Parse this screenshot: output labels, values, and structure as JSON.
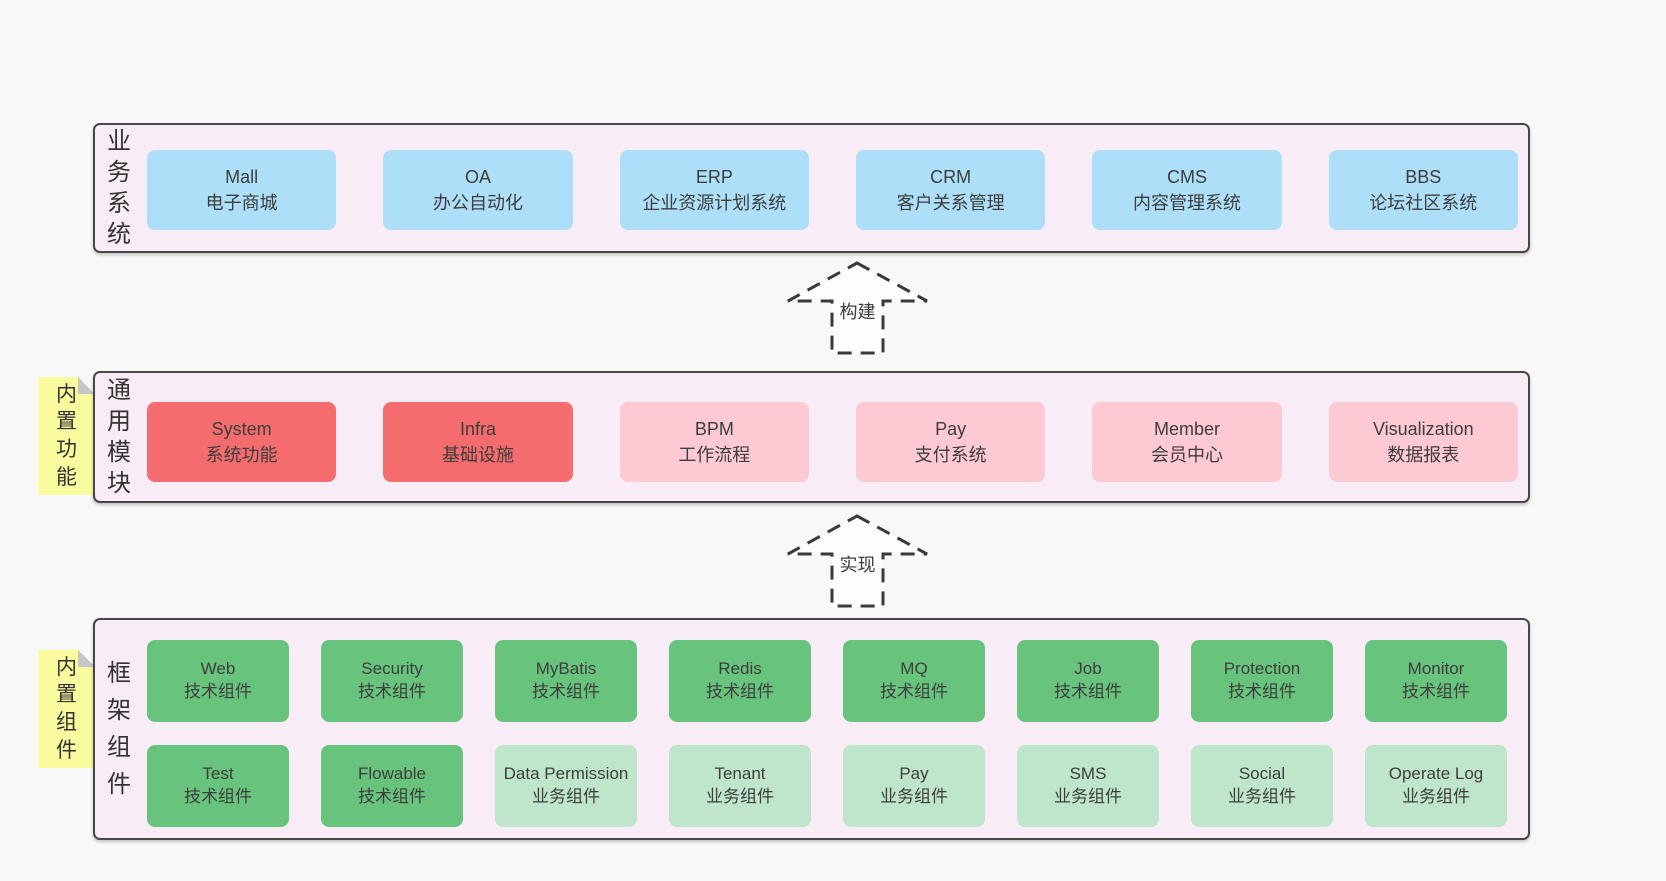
{
  "colors": {
    "page_bg": "#f8f8f8",
    "band_bg": "#f8edf6",
    "band_border": "#474747",
    "blue": "#aedff8",
    "red": "#f56c6e",
    "pink": "#fdc9d3",
    "green": "#68c47d",
    "light_green": "#bfe6ca",
    "sticky_yellow": "#fafa9e",
    "fold_gray": "#c6c6c6",
    "text": "#3d3d3d"
  },
  "bands": [
    {
      "side_label": "业务系统",
      "rows": [
        [
          {
            "name": "Mall",
            "desc": "电子商城",
            "color": "blue"
          },
          {
            "name": "OA",
            "desc": "办公自动化",
            "color": "blue"
          },
          {
            "name": "ERP",
            "desc": "企业资源计划系统",
            "color": "blue"
          },
          {
            "name": "CRM",
            "desc": "客户关系管理",
            "color": "blue"
          },
          {
            "name": "CMS",
            "desc": "内容管理系统",
            "color": "blue"
          },
          {
            "name": "BBS",
            "desc": "论坛社区系统",
            "color": "blue"
          }
        ]
      ]
    },
    {
      "side_label": "通用模块",
      "sticky": "内置功能",
      "rows": [
        [
          {
            "name": "System",
            "desc": "系统功能",
            "color": "red"
          },
          {
            "name": "Infra",
            "desc": "基础设施",
            "color": "red"
          },
          {
            "name": "BPM",
            "desc": "工作流程",
            "color": "pink"
          },
          {
            "name": "Pay",
            "desc": "支付系统",
            "color": "pink"
          },
          {
            "name": "Member",
            "desc": "会员中心",
            "color": "pink"
          },
          {
            "name": "Visualization",
            "desc": "数据报表",
            "color": "pink"
          }
        ]
      ]
    },
    {
      "side_label": "框架组件",
      "sticky": "内置组件",
      "rows": [
        [
          {
            "name": "Web",
            "desc": "技术组件",
            "color": "green"
          },
          {
            "name": "Security",
            "desc": "技术组件",
            "color": "green"
          },
          {
            "name": "MyBatis",
            "desc": "技术组件",
            "color": "green"
          },
          {
            "name": "Redis",
            "desc": "技术组件",
            "color": "green"
          },
          {
            "name": "MQ",
            "desc": "技术组件",
            "color": "green"
          },
          {
            "name": "Job",
            "desc": "技术组件",
            "color": "green"
          },
          {
            "name": "Protection",
            "desc": "技术组件",
            "color": "green"
          },
          {
            "name": "Monitor",
            "desc": "技术组件",
            "color": "green"
          }
        ],
        [
          {
            "name": "Test",
            "desc": "技术组件",
            "color": "green"
          },
          {
            "name": "Flowable",
            "desc": "技术组件",
            "color": "green"
          },
          {
            "name": "Data Permission",
            "desc": "业务组件",
            "color": "light_green"
          },
          {
            "name": "Tenant",
            "desc": "业务组件",
            "color": "light_green"
          },
          {
            "name": "Pay",
            "desc": "业务组件",
            "color": "light_green"
          },
          {
            "name": "SMS",
            "desc": "业务组件",
            "color": "light_green"
          },
          {
            "name": "Social",
            "desc": "业务组件",
            "color": "light_green"
          },
          {
            "name": "Operate Log",
            "desc": "业务组件",
            "color": "light_green"
          }
        ]
      ]
    }
  ],
  "arrows": [
    {
      "label": "构建"
    },
    {
      "label": "实现"
    }
  ]
}
